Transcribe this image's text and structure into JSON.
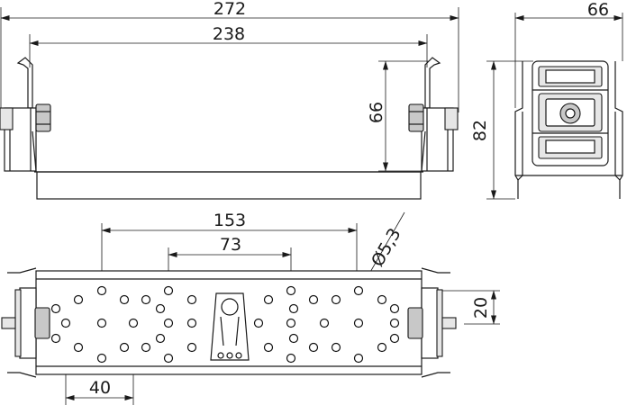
{
  "dimensions": {
    "front_width_overall": "272",
    "front_width_inner": "238",
    "front_height": "66",
    "side_width": "66",
    "side_height": "82",
    "top_hole_span_outer": "153",
    "top_hole_span_inner": "73",
    "hole_diameter": "Ø5,3",
    "hole_offset": "20",
    "hole_pitch": "40"
  }
}
